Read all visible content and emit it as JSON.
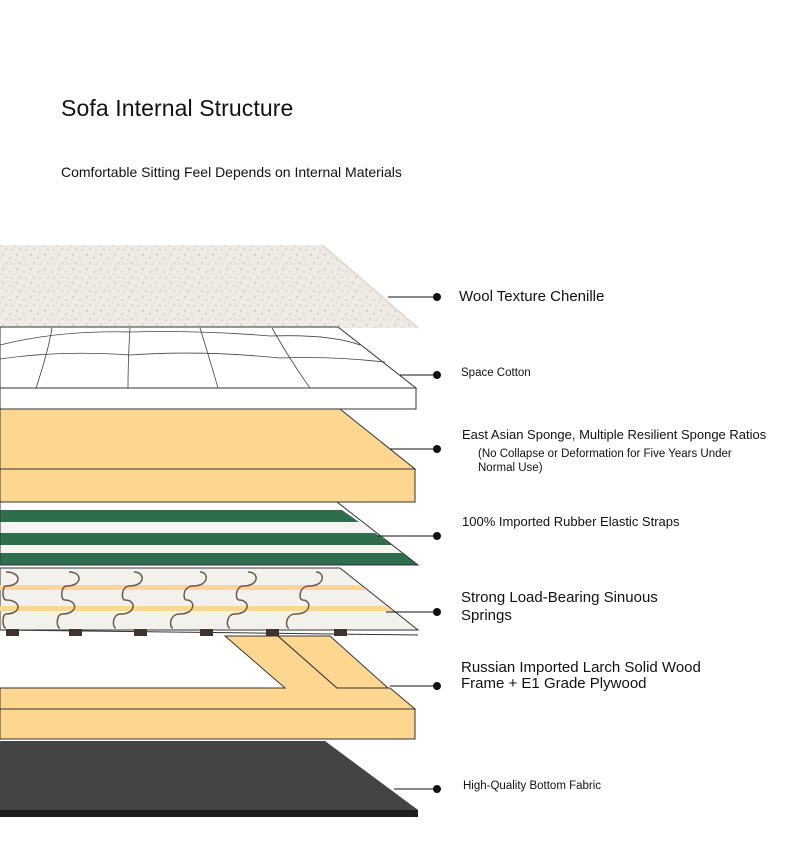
{
  "title": "Sofa Internal Structure",
  "subtitle": "Comfortable Sitting Feel Depends on Internal Materials",
  "layers": {
    "wool": {
      "label": "Wool Texture Chenille"
    },
    "cotton": {
      "label": "Space Cotton"
    },
    "sponge": {
      "label": "East Asian Sponge, Multiple Resilient Sponge Ratios",
      "note": "(No Collapse or Deformation for Five Years Under Normal Use)"
    },
    "straps": {
      "label": "100% Imported Rubber Elastic Straps"
    },
    "springs": {
      "label": "Strong Load-Bearing Sinuous Springs"
    },
    "frame": {
      "label": "Russian Imported Larch Solid Wood Frame + E1 Grade Plywood"
    },
    "fabric": {
      "label": "High-Quality Bottom Fabric"
    }
  },
  "colors": {
    "wool": "#efebe4",
    "cotton_top": "#ffffff",
    "sponge": "#fdd68f",
    "strap_green": "#2e6e4c",
    "strap_light": "#f4f4f0",
    "spring_wire": "#6b5a4a",
    "spring_clip": "#3f342c",
    "frame": "#fdd68f",
    "fabric_top": "#444444",
    "fabric_edge": "#1e1e1e",
    "outline": "#333333",
    "leader": "#111111"
  }
}
